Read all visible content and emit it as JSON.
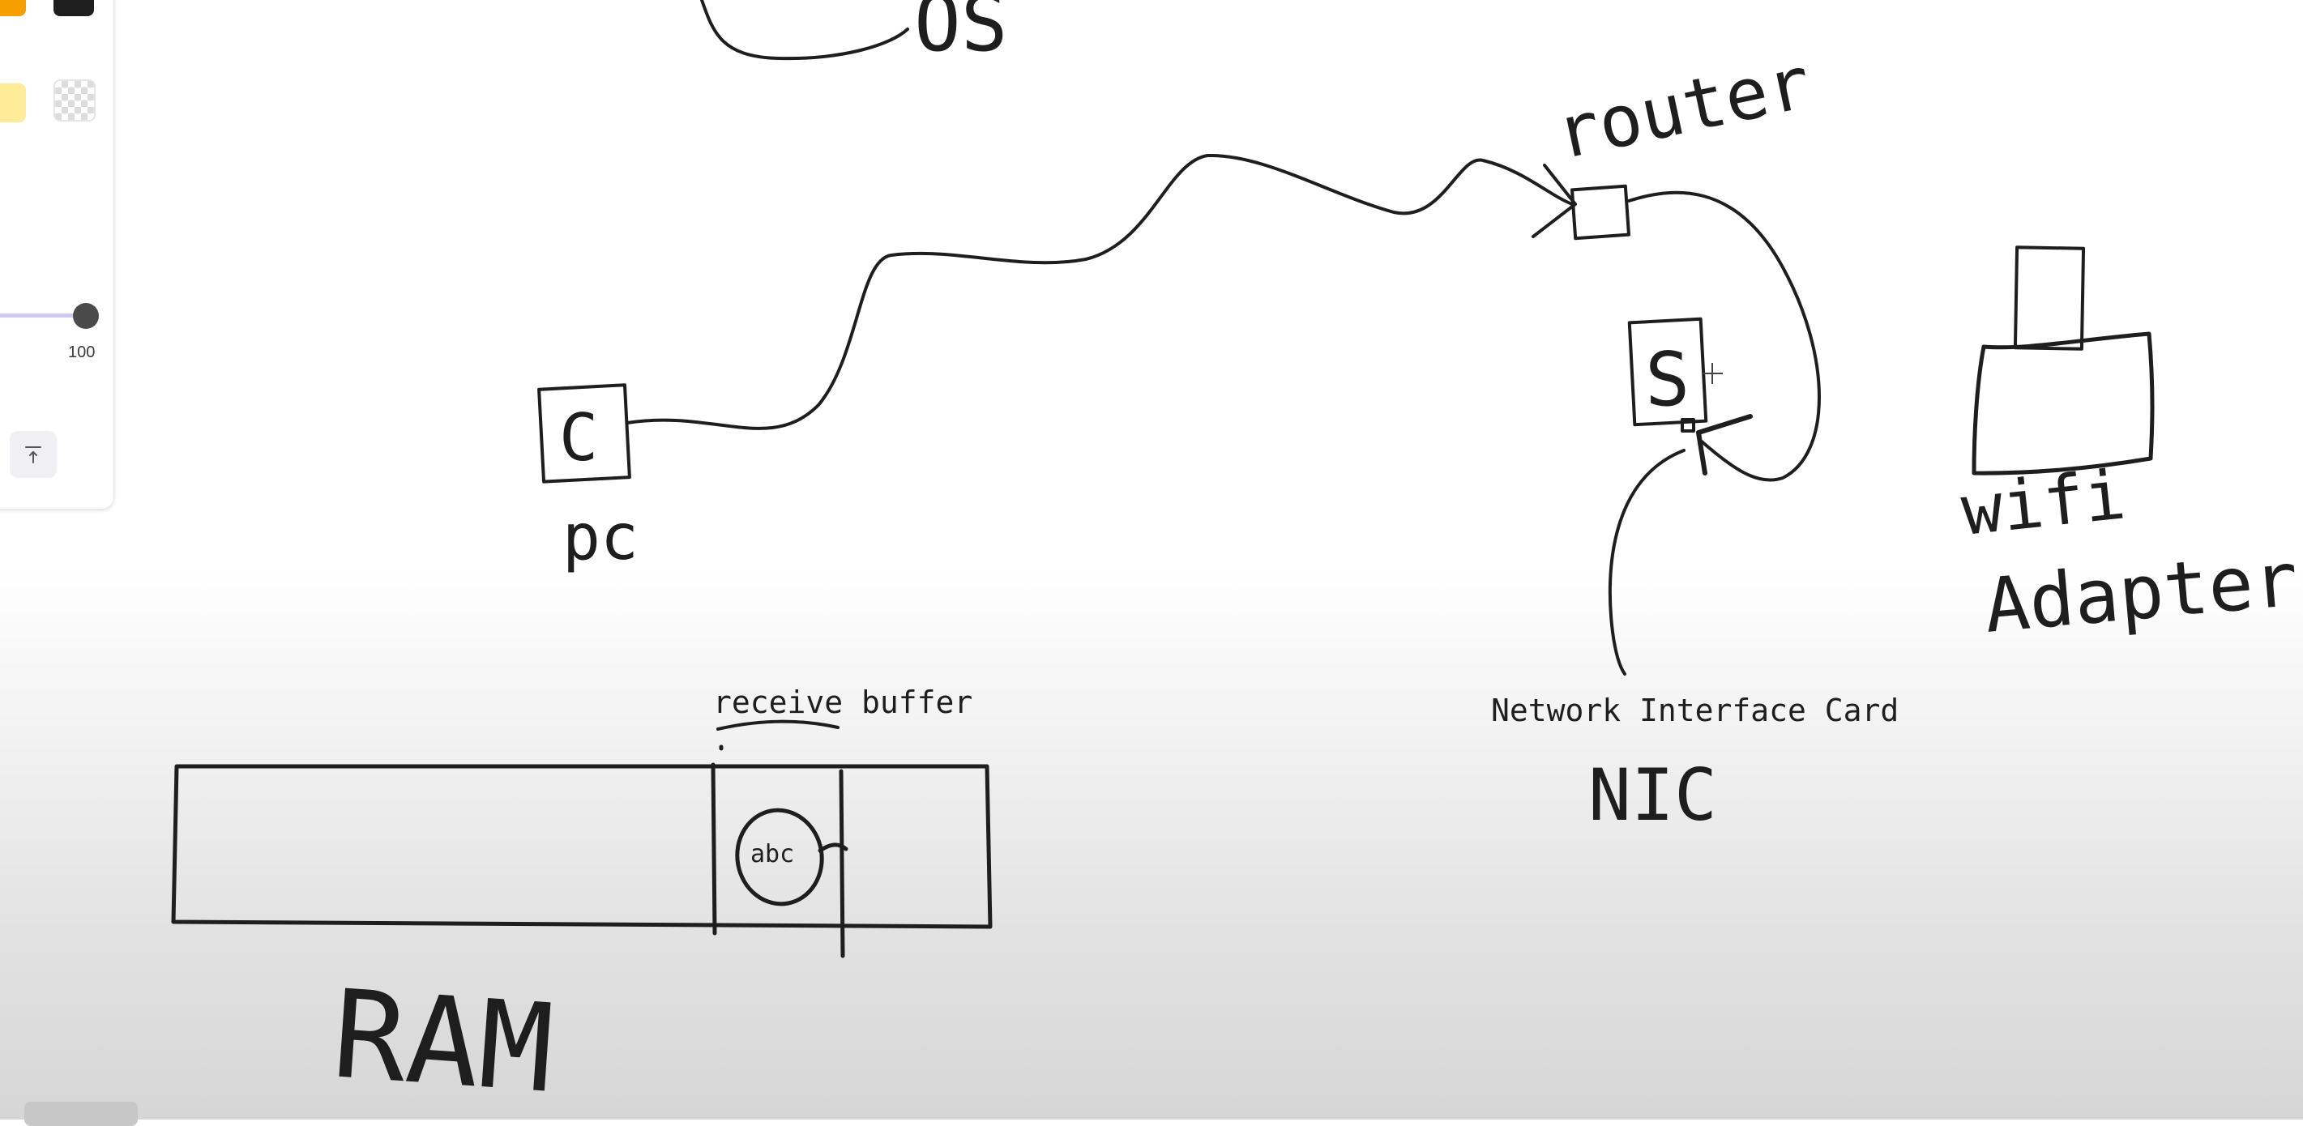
{
  "panel": {
    "colors": {
      "stroke_orange": "#f59f00",
      "stroke_black": "#1e1e1e",
      "background_yellow": "#ffec99",
      "background_transparent": "transparent"
    },
    "opacity_slider": {
      "value": 100,
      "value_label": "100",
      "track_color": "#cfc8f5"
    },
    "bring_to_front_icon": "bring-to-front-icon"
  },
  "canvas": {
    "labels": {
      "os": "OS",
      "router": "router",
      "c_box": "C",
      "pc": "pc",
      "s_box": "S",
      "wifi": "wifi",
      "adapter": "Adapter",
      "receive_buffer": "receive buffer",
      "packet": "abc",
      "nic_full": "Network Interface Card",
      "nic_short": "NIC",
      "ram": "RAM"
    }
  }
}
